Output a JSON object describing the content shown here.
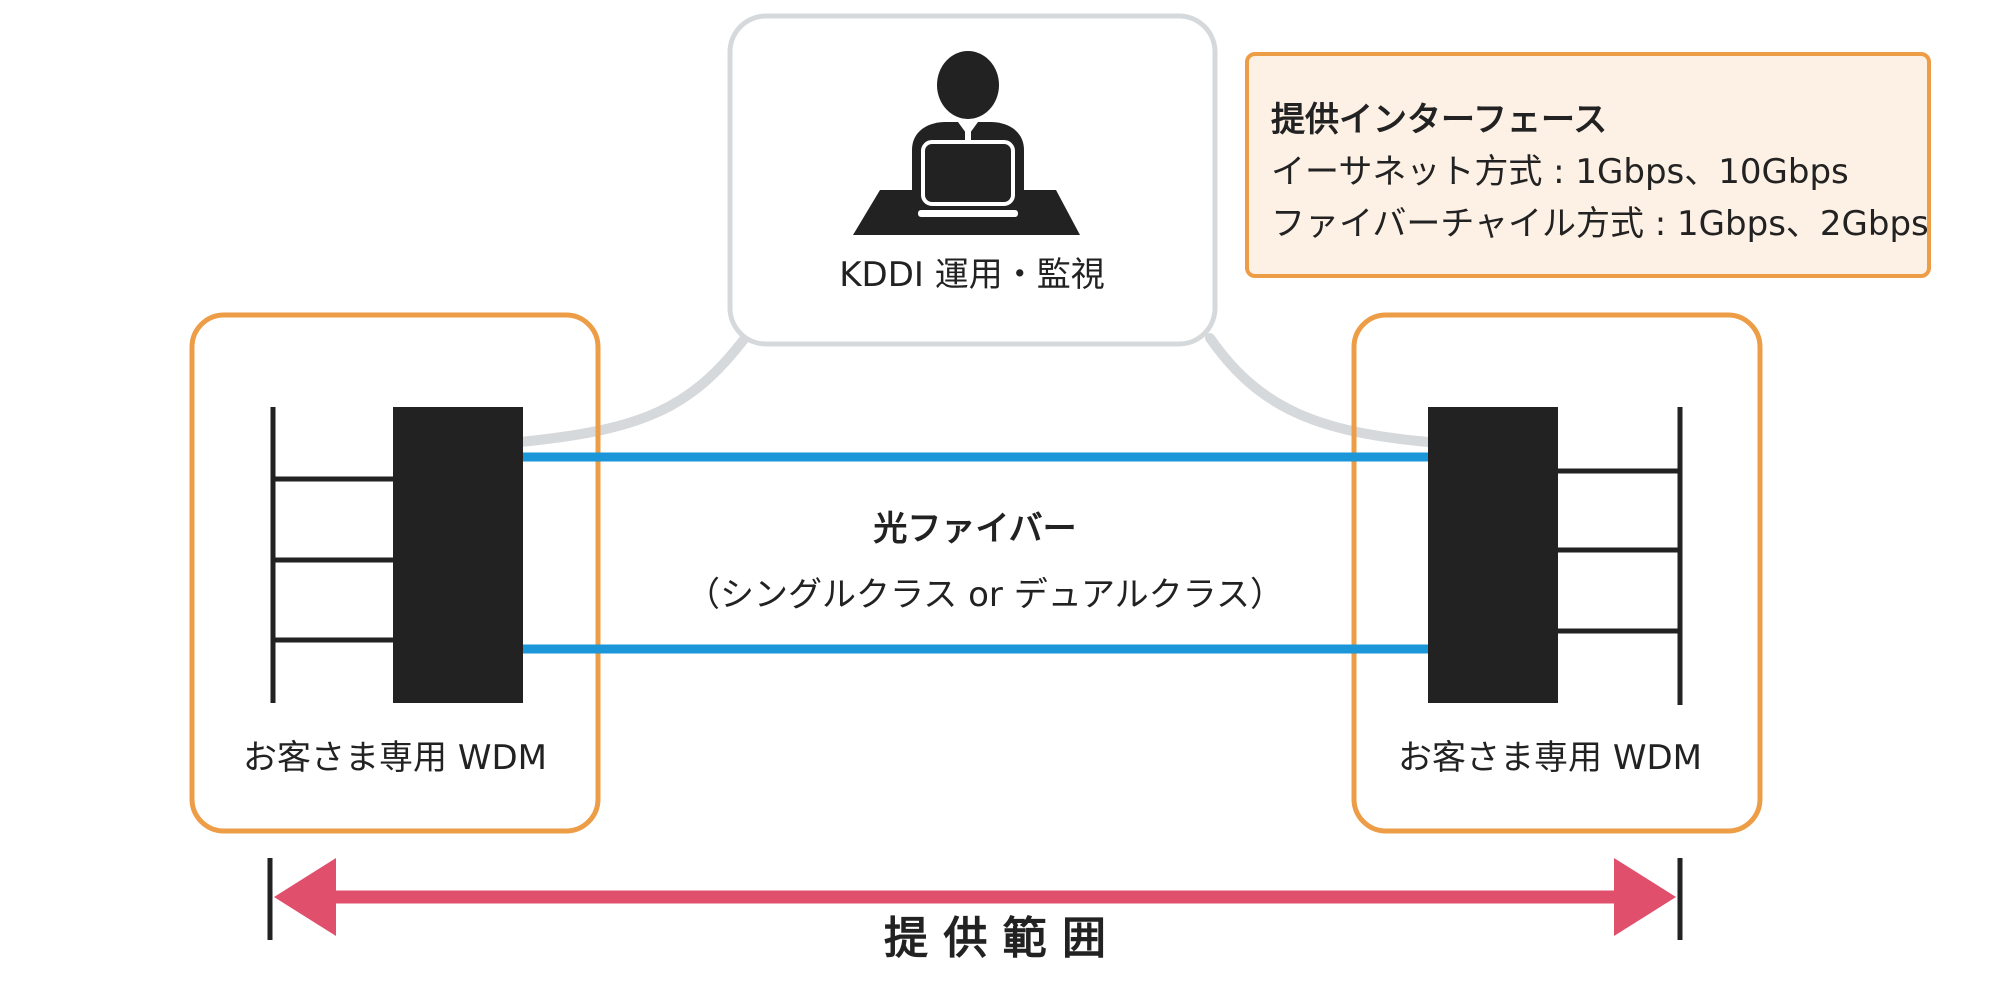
{
  "operator": {
    "label": "KDDI 運用・監視"
  },
  "info": {
    "title": "提供インターフェース",
    "lines": [
      "イーサネット方式 : 1Gbps、10Gbps",
      "ファイバーチャイル方式 : 1Gbps、2Gbps"
    ]
  },
  "left_site": {
    "label": "お客さま専用 WDM"
  },
  "right_site": {
    "label": "お客さま専用 WDM"
  },
  "fiber": {
    "title": "光ファイバー",
    "subtitle": "（シングルクラス or デュアルクラス）"
  },
  "scope": {
    "label": "提 供 範 囲"
  },
  "colors": {
    "site_border": "#ee9d47",
    "operator_border": "#d6d9dc",
    "fiber": "#1a96d9",
    "management_line": "#d6d9dc",
    "scope_arrow": "#e0506d",
    "equipment": "#222222",
    "info_bg": "#fdf0e5"
  }
}
